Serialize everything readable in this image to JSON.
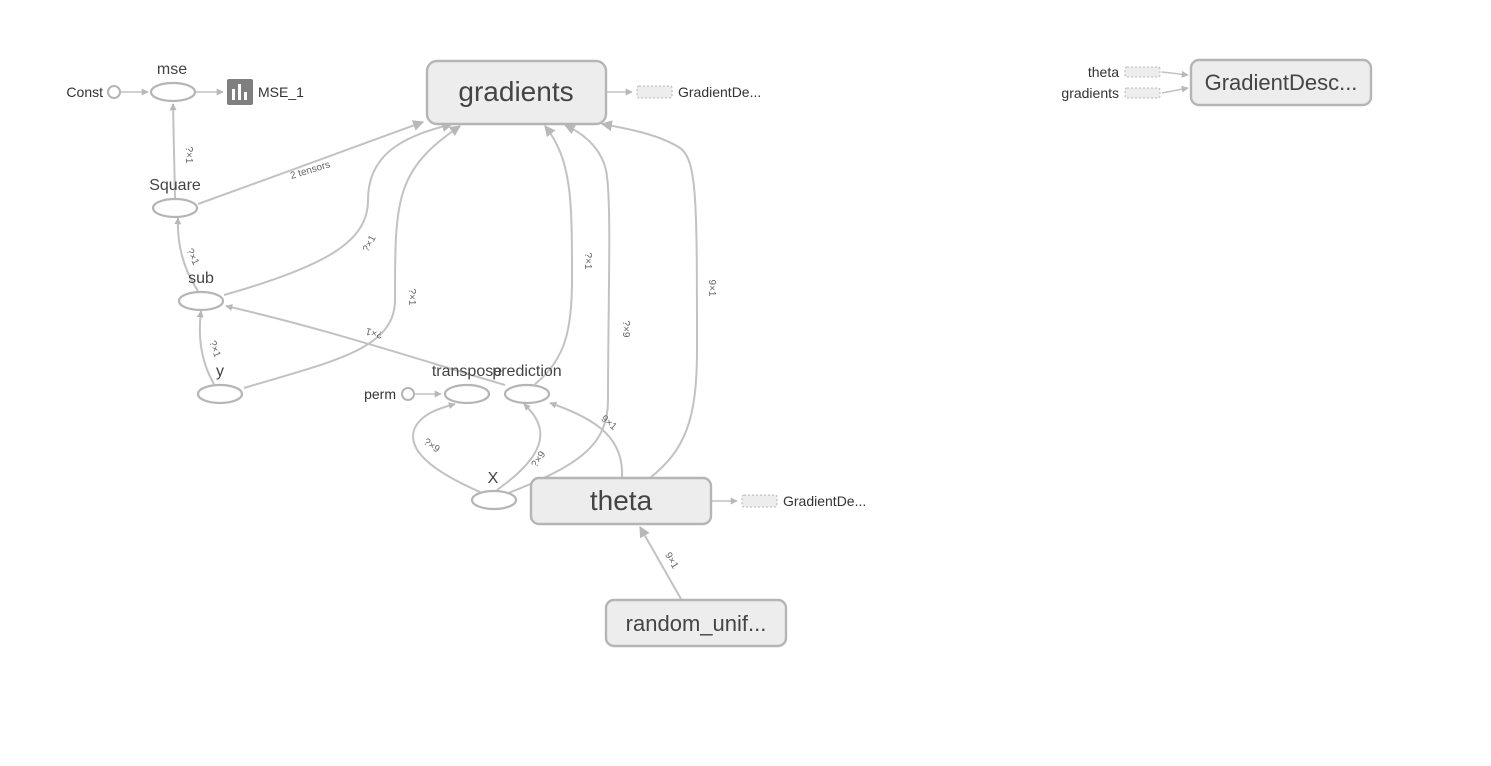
{
  "nodes": {
    "const": "Const",
    "mse": "mse",
    "mse_1": "MSE_1",
    "square": "Square",
    "sub": "sub",
    "y": "y",
    "perm": "perm",
    "transpose": "transpose",
    "prediction": "prediction",
    "x": "X",
    "gradients": "gradients",
    "theta": "theta",
    "random_uniform": "random_unif...",
    "gradients_ref": "GradientDe...",
    "theta_ref": "GradientDe...",
    "gd_group": "GradientDesc...",
    "gd_in_theta": "theta",
    "gd_in_gradients": "gradients"
  },
  "edges": {
    "square_mse": "?×1",
    "square_gradients": "2 tensors",
    "sub_square": "?×1",
    "sub_gradients": "?×1",
    "y_sub": "?×1",
    "y_gradients": "?×1",
    "prediction_sub": "?×1",
    "prediction_gradients": "?×1",
    "x_transpose": "?×9",
    "x_prediction": "?×9",
    "x_gradients": "?×9",
    "theta_prediction": "9×1",
    "theta_gradients": "9×1",
    "random_theta": "9×1"
  },
  "colors": {
    "node_stroke": "#b5b5b5",
    "group_fill": "#ededed",
    "edge": "#c2c2c2",
    "summary_icon": "#7f7f7f"
  },
  "icons": {
    "summary": "bar-chart-icon"
  }
}
